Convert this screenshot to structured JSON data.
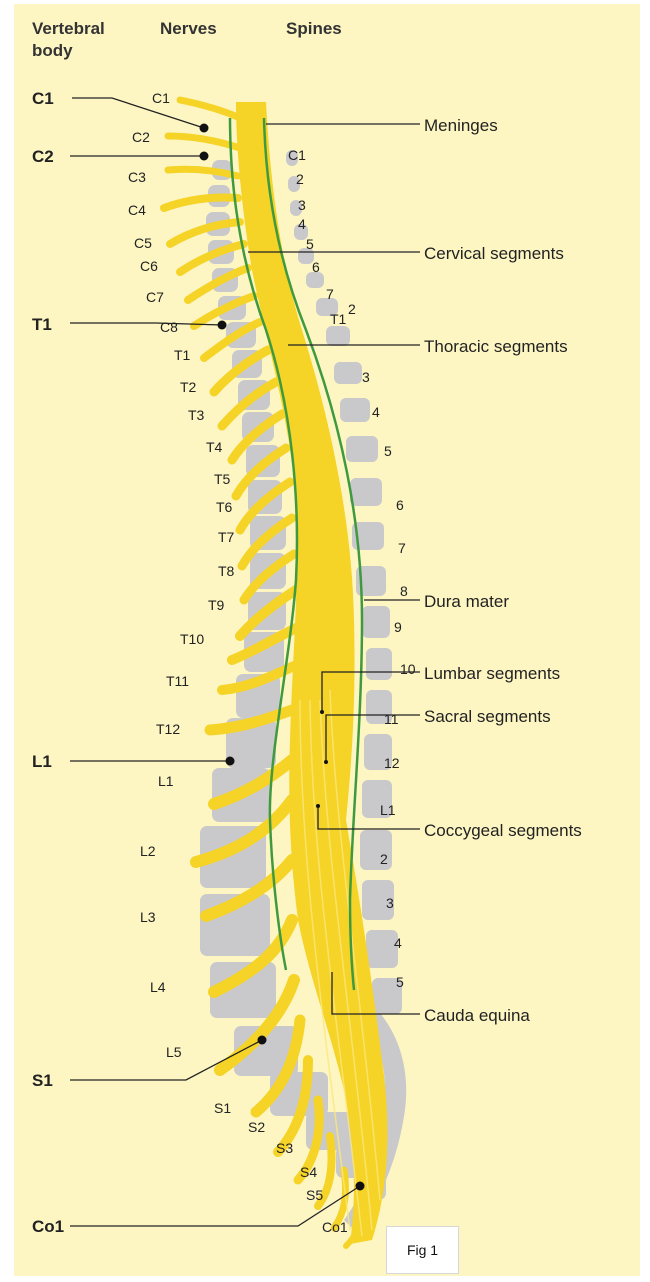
{
  "headers": {
    "vertebral_body": "Vertebral body",
    "nerves": "Nerves",
    "spines": "Spines"
  },
  "vertebral_body_labels": [
    "C1",
    "C2",
    "T1",
    "L1",
    "S1",
    "Co1"
  ],
  "nerve_labels": [
    "C1",
    "C2",
    "C3",
    "C4",
    "C5",
    "C6",
    "C7",
    "C8",
    "T1",
    "T2",
    "T3",
    "T4",
    "T5",
    "T6",
    "T7",
    "T8",
    "T9",
    "T10",
    "T11",
    "T12",
    "L1",
    "L2",
    "L3",
    "L4",
    "L5",
    "S1",
    "S2",
    "S3",
    "S4",
    "S5",
    "Co1"
  ],
  "spine_labels": [
    "C1",
    "2",
    "3",
    "4",
    "5",
    "6",
    "7",
    "T1",
    "2",
    "3",
    "4",
    "5",
    "6",
    "7",
    "8",
    "9",
    "10",
    "11",
    "12",
    "L1",
    "2",
    "3",
    "4",
    "5"
  ],
  "structure_labels": [
    "Meninges",
    "Cervical segments",
    "Thoracic segments",
    "Dura mater",
    "Lumbar segments",
    "Sacral segments",
    "Coccygeal segments",
    "Cauda equina"
  ],
  "figure_caption": "Fig 1",
  "colors": {
    "background": "#fdf6c3",
    "nerve": "#f5d327",
    "bone": "#c9c9cb",
    "dura": "#3f9a3f",
    "leader": "#222222"
  }
}
